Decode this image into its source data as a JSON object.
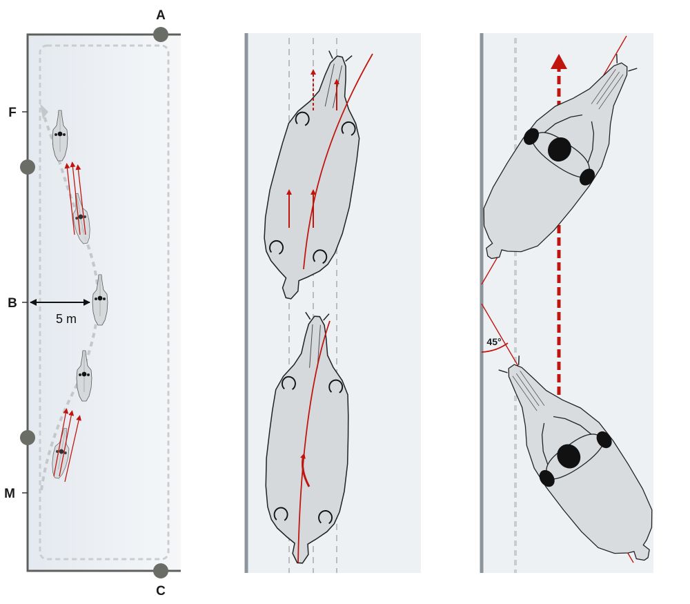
{
  "arena": {
    "letters": {
      "a": "A",
      "c": "C",
      "f": "F",
      "b": "B",
      "m": "M"
    },
    "distance_label": "5 m"
  },
  "panel3": {
    "angle_label": "45°"
  },
  "colors": {
    "arrow_red": "#c0150f",
    "arena_fill": "#eef2f6",
    "arena_edge": "#5c5f5c",
    "marker": "#6a6d66",
    "track_dash": "#bfc3c6",
    "horse_fill": "#d6d9dc",
    "horse_outline": "#222222"
  }
}
